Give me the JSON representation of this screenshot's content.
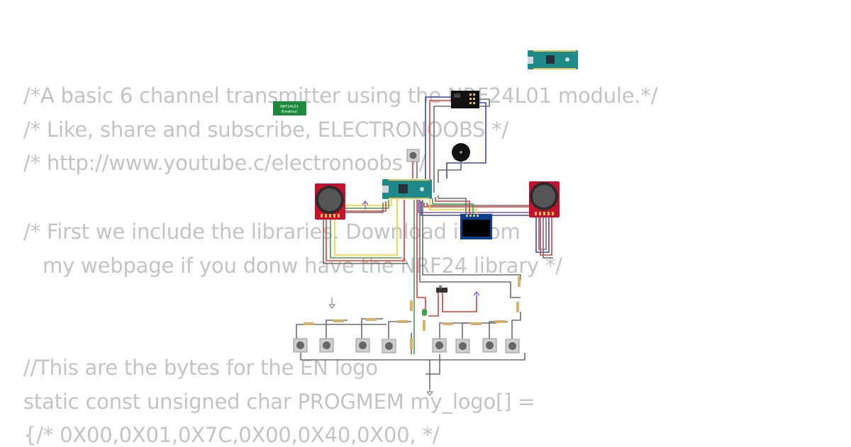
{
  "code_comment": {
    "lines": [
      "/*A basic 6 channel transmitter using the NRF24L01 module.*/",
      "/* Like, share and subscribe, ELECTRONOOBS */",
      "/* http://www.youtube.c/electronoobs */",
      "/* First we include the libraries. Download it from",
      "   my webpage if you donw have the NRF24 library */",
      "//This are the bytes for the EN logo",
      "static const unsigned char PROGMEM my_logo[] =",
      "{/* 0X00,0X01,0X7C,0X00,0X40,0X00, */"
    ]
  },
  "parts": {
    "nrf_breakout_label_1": "NRF24L01",
    "nrf_breakout_label_2": "Breakout"
  },
  "colors": {
    "board_teal": "#1f8a8a",
    "joystick_red": "#c8102e",
    "wire_red": "#e53935",
    "wire_green": "#43a047",
    "wire_blue": "#3949ab",
    "wire_yellow": "#f2d21b",
    "wire_gray": "#8a8a8a",
    "wire_purple": "#7e57c2",
    "oled_blue": "#0b3d91"
  }
}
